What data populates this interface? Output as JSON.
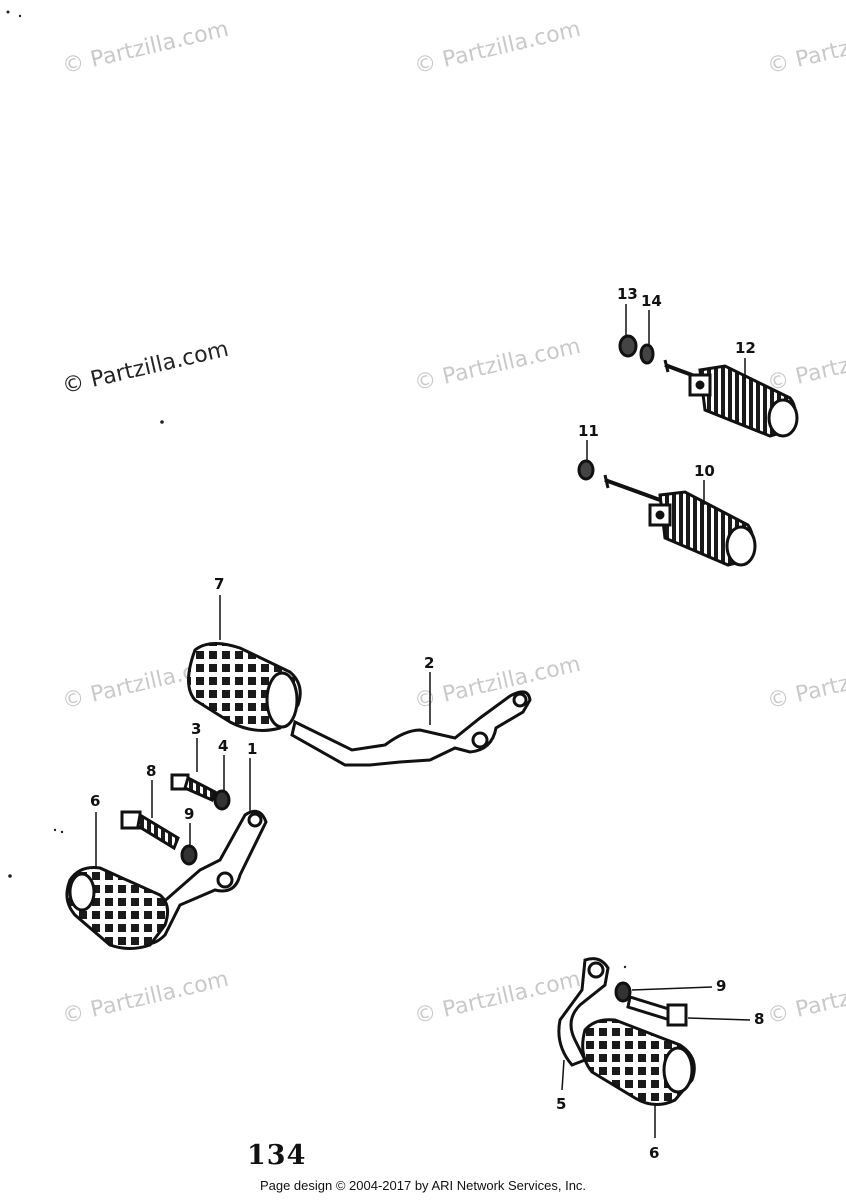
{
  "watermark": {
    "text": "© Partzilla.com"
  },
  "callouts": {
    "c1": "1",
    "c2": "2",
    "c3": "3",
    "c4": "4",
    "c5": "5",
    "c6a": "6",
    "c6b": "6",
    "c7": "7",
    "c8a": "8",
    "c8b": "8",
    "c9a": "9",
    "c9b": "9",
    "c10": "10",
    "c11": "11",
    "c12": "12",
    "c13": "13",
    "c14": "14"
  },
  "page_number": "134",
  "footer": {
    "credit": "Page design © 2004-2017 by ARI Network Services, Inc."
  },
  "colors": {
    "ink": "#111111",
    "watermark": "#c9c9c9",
    "background": "#ffffff"
  }
}
